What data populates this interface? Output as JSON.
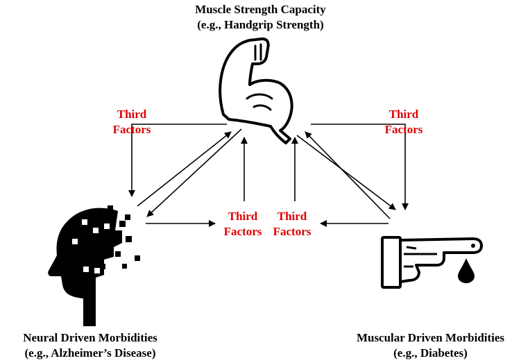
{
  "colors": {
    "factor_text": "#e00000",
    "line": "#000000",
    "text": "#000000"
  },
  "nodes": {
    "top": {
      "title": "Muscle Strength Capacity",
      "example": "(e.g., Handgrip Strength)",
      "icon": "flexed-biceps-icon"
    },
    "left": {
      "title": "Neural Driven Morbidities",
      "example": "(e.g., Alzheimer’s Disease)",
      "icon": "pixelated-head-icon"
    },
    "right": {
      "title": "Muscular Driven Morbidities",
      "example": "(e.g., Diabetes)",
      "icon": "finger-prick-blood-drop-icon"
    }
  },
  "third_factors": {
    "left": {
      "line1": "Third",
      "line2": "Factors"
    },
    "right": {
      "line1": "Third",
      "line2": "Factors"
    },
    "center_left": {
      "line1": "Third",
      "line2": "Factors"
    },
    "center_right": {
      "line1": "Third",
      "line2": "Factors"
    }
  }
}
